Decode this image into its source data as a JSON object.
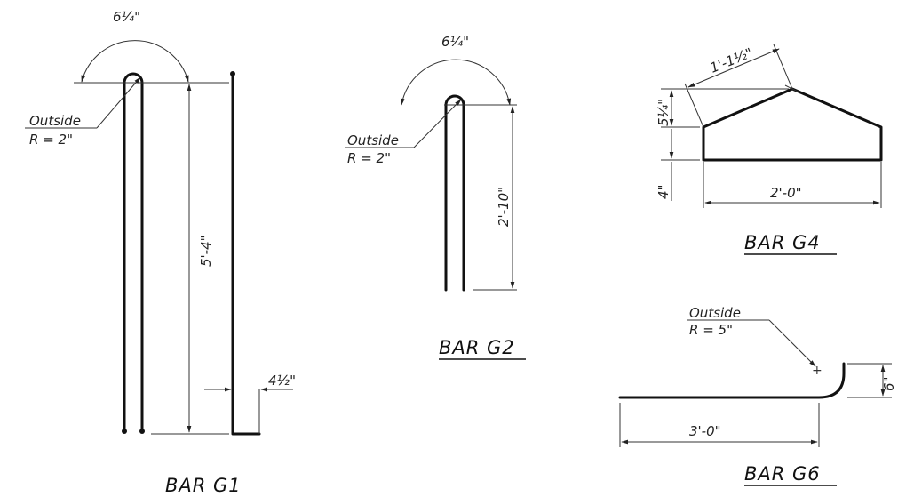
{
  "bar_g1": {
    "title": "BAR G1",
    "arc_dim": "6¼\"",
    "radius_label_1": "Outside",
    "radius_label_2": "R = 2\"",
    "height_dim": "5'-4\"",
    "offset_dim": "4½\""
  },
  "bar_g2": {
    "title": "BAR G2",
    "arc_dim": "6¼\"",
    "radius_label_1": "Outside",
    "radius_label_2": "R = 2\"",
    "height_dim": "2'-10\""
  },
  "bar_g4": {
    "title": "BAR G4",
    "slope_dim": "1'-1½\"",
    "rise_dim": "5¼\"",
    "side_dim": "4\"",
    "width_dim": "2'-0\""
  },
  "bar_g6": {
    "title": "BAR G6",
    "radius_label_1": "Outside",
    "radius_label_2": "R = 5\"",
    "hook_dim": "6\"",
    "length_dim": "3'-0\""
  }
}
